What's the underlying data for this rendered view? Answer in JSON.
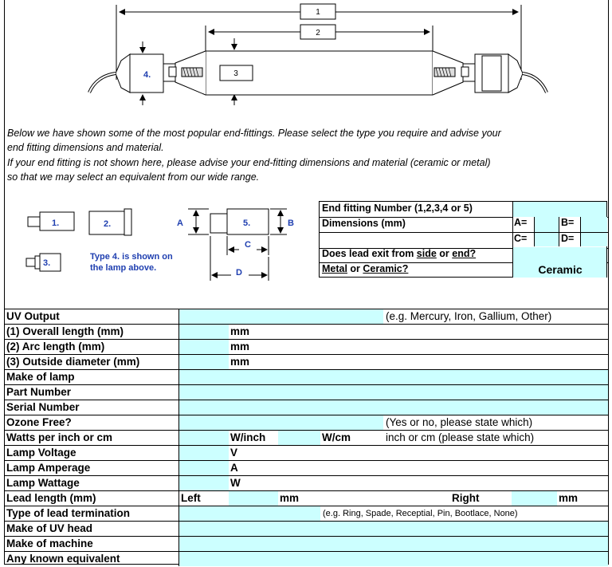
{
  "diagram": {
    "dim1": "1",
    "dim2": "2",
    "dim3": "3",
    "fit4": "4.",
    "fittings": [
      "1.",
      "2.",
      "3.",
      "5."
    ],
    "letters": {
      "a": "A",
      "b": "B",
      "c": "C",
      "d": "D"
    }
  },
  "intro": {
    "line1": "Below we have shown some of the most popular end-fittings. Please select the type you require and advise your",
    "line2": "end fitting dimensions and material.",
    "line3": "If your end fitting is not shown here, please advise your end-fitting dimensions and material (ceramic or metal)",
    "line4": "so that we may select an equivalent from our wide range."
  },
  "type4_note": "Type 4. is shown on the lamp above.",
  "end_fitting": {
    "number_label": "End fitting Number (1,2,3,4 or 5)",
    "dimensions_label": "Dimensions (mm)",
    "a": "A=",
    "b": "B=",
    "c": "C=",
    "d": "D=",
    "lead_exit_pre": "Does lead exit from ",
    "side": "side",
    "or": " or ",
    "end": "end?",
    "metal": "Metal",
    "or2": " or ",
    "ceramic_q": "Ceramic?",
    "material_value": "Ceramic"
  },
  "form": {
    "uv_output": "UV Output",
    "uv_hint": "(e.g. Mercury, Iron, Gallium, Other)",
    "overall_length": "(1) Overall length (mm)",
    "arc_length": "(2) Arc length (mm)",
    "outside_diameter": "(3) Outside diameter (mm)",
    "mm": "mm",
    "make_of_lamp": "Make of lamp",
    "part_number": "Part Number",
    "serial_number": "Serial Number",
    "ozone_free": "Ozone Free?",
    "ozone_hint": "(Yes or no, please state which)",
    "watts": "Watts per inch or cm",
    "w_inch": "W/inch",
    "w_cm": "W/cm",
    "watts_hint": "inch or cm (please state which)",
    "voltage": "Lamp Voltage",
    "v": "V",
    "amperage": "Lamp Amperage",
    "a": "A",
    "wattage": "Lamp Wattage",
    "w": "W",
    "lead_length": "Lead length (mm)",
    "left": "Left",
    "right": "Right",
    "lead_term": "Type of lead termination",
    "lead_term_hint": "(e.g. Ring, Spade, Receptial, Pin, Bootlace, None)",
    "uv_head": "Make of UV head",
    "machine": "Make of machine",
    "equivalent": "Any known equivalent"
  },
  "colors": {
    "input_fill": "#ccffff",
    "note_blue": "#1f3fb0"
  }
}
